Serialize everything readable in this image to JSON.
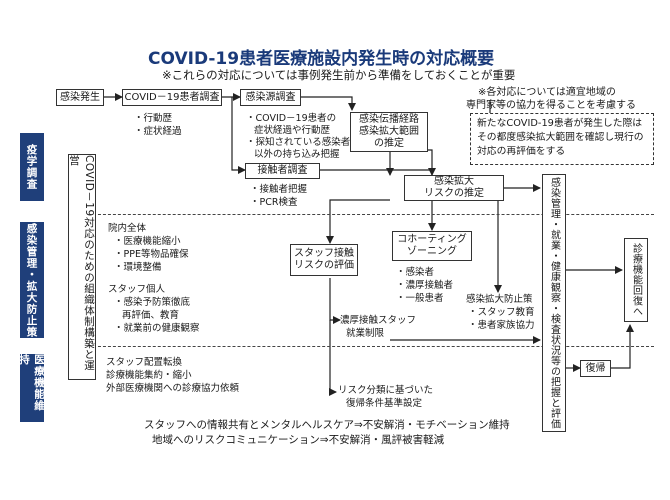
{
  "title": "COVID-19患者医療施設内発生時の対応概要",
  "subtitle": "※これらの対応については事例発生前から準備をしておくことが重要",
  "note_top": {
    "line1": "※各対応については適宜地域の",
    "line2": "専門家等の協力を得ることを考慮する"
  },
  "note_box": {
    "line1": "新たなCOVID-19患者が発生した際は",
    "line2": "その都度感染拡大範囲を確認し現行の",
    "line3": "対応の再評価をする"
  },
  "sections": {
    "epi": "疫学調査",
    "control": "感染管理・拡大防止策",
    "medical": "医療機能維持"
  },
  "boxes": {
    "outbreak": "感染発生",
    "patient_survey": "COVID－19患者調査",
    "source_survey": "感染源調査",
    "route": [
      "感染伝播経路",
      "感染拡大範囲",
      "の推定"
    ],
    "contact_survey": "接触者調査",
    "risk_est": [
      "感染拡大",
      "リスクの推定"
    ],
    "staff_risk": [
      "スタッフ接触",
      "リスクの評価"
    ],
    "cohorting": [
      "コホーティング",
      "ゾーニング"
    ],
    "recovery_label": "復帰",
    "system": "COVID－19対応のための組織体制構築と運営",
    "monitor": "感染管理・就業・健康観察・検査状況等の把握と評価",
    "restore": "診療機能回復へ"
  },
  "lists": {
    "patient": [
      "・行動歴",
      "・症状経過"
    ],
    "source": [
      "・COVID－19患者の",
      "症状経過や行動歴",
      "・探知されている感染者",
      "以外の持ち込み把握"
    ],
    "contact": [
      "・接触者把握",
      "・PCR検査"
    ],
    "hospital_title": "院内全体",
    "hospital": [
      "・医療機能縮小",
      "・PPE等物品確保",
      "・環境整備"
    ],
    "staff_title": "スタッフ個人",
    "staff": [
      "・感染予防策徹底",
      "再評価、教育",
      "・就業前の健康観察"
    ],
    "cohort": [
      "・感染者",
      "・濃厚接触者",
      "・一般患者"
    ],
    "prevent_title": "感染拡大防止策",
    "prevent": [
      "・スタッフ教育",
      "・患者家族協力"
    ],
    "close_contact": [
      "濃厚接触スタッフ",
      "就業制限"
    ],
    "return_criteria": [
      "リスク分類に基づいた",
      "復帰条件基準設定"
    ],
    "medical": [
      "スタッフ配置転換",
      "診療機能集約・縮小",
      "外部医療機関への診療協力依頼"
    ]
  },
  "footer": {
    "line1": "スタッフへの情報共有とメンタルヘルスケア⇒不安解消・モチベーション維持",
    "line2": "地域へのリスクコミュニケーション⇒不安解消・風評被害軽減"
  }
}
